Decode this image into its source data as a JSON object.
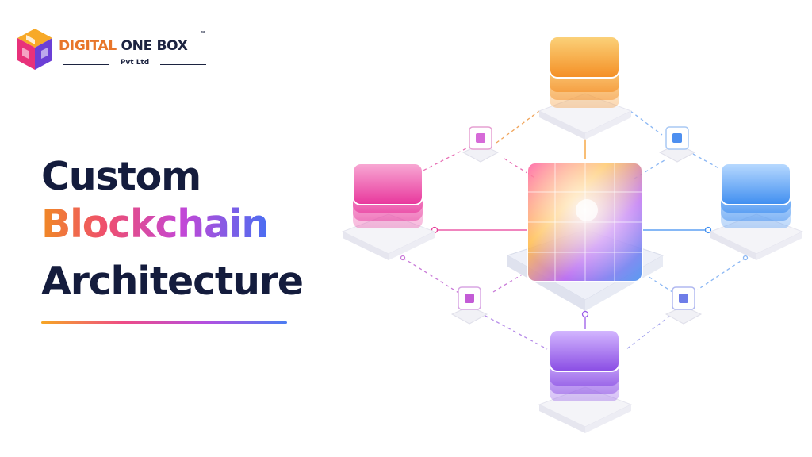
{
  "logo": {
    "brand_part1": "DIGITAL",
    "brand_part2": " ONE BOX",
    "trademark": "™",
    "subtitle": "Pvt Ltd",
    "colors": [
      "#e8762b",
      "#1c2340"
    ]
  },
  "headline": {
    "line1": "Custom",
    "line2": "Blockchain",
    "line3": "Architecture",
    "text_color": "#141c3d",
    "gradient": [
      "#f08a24",
      "#ef4f6d",
      "#c447d6",
      "#4a6ef2"
    ]
  },
  "illustration": {
    "central_node": "cube-core",
    "nodes": [
      {
        "name": "top-node",
        "color": "#f39a2b"
      },
      {
        "name": "left-node",
        "color": "#ec4aa0"
      },
      {
        "name": "right-node",
        "color": "#3f8ef0"
      },
      {
        "name": "bottom-node",
        "color": "#9b5be8"
      }
    ],
    "mini_nodes": [
      "mini-cube-top-left",
      "mini-cube-top-right",
      "mini-cube-bottom-left",
      "mini-cube-bottom-right"
    ]
  }
}
